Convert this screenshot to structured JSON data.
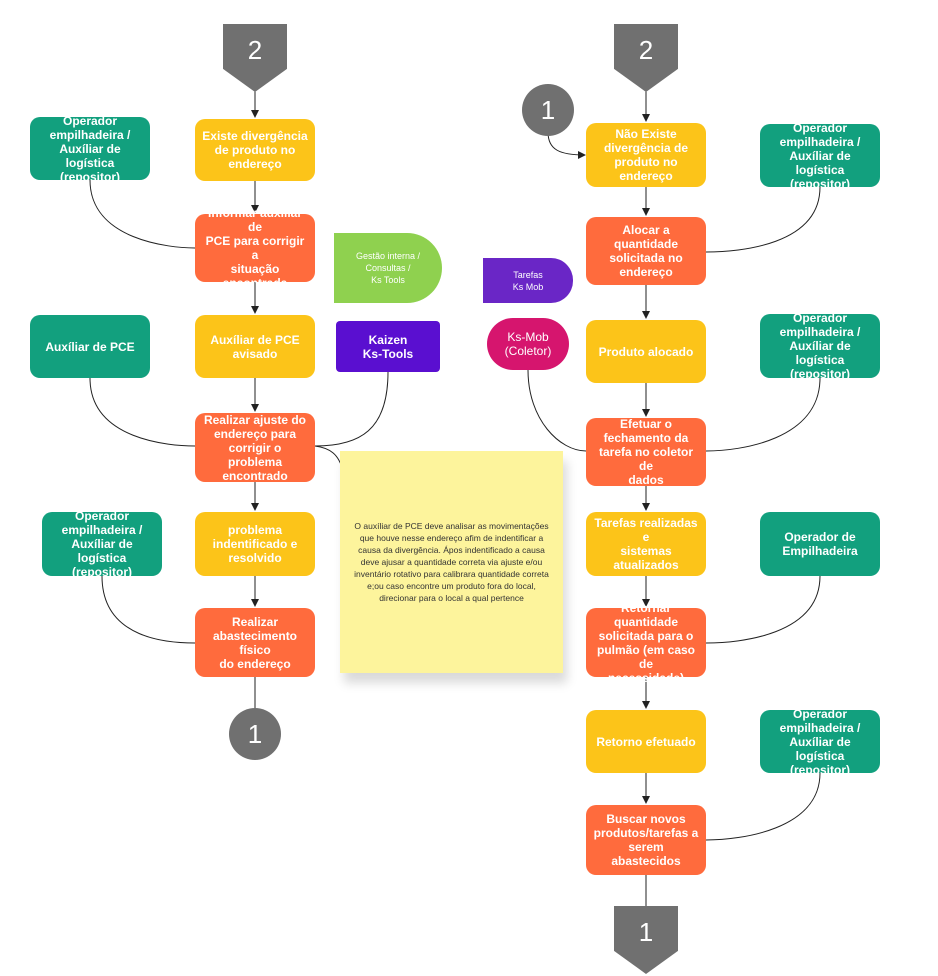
{
  "left": {
    "start_marker": "2",
    "end_marker": "1",
    "steps": [
      "Existe divergência\nde produto no\nendereço",
      "Informar auxiliar de\nPCE para corrigir a\nsituação encontrada",
      "Auxíliar de PCE\navisado",
      "Realizar ajuste do\nendereço para\ncorrigir o problema\nencontrado",
      "problema\nindentificado e\nresolvido",
      "Realizar\nabastecimento físico\ndo endereço"
    ],
    "roles": [
      "Operador\nempilhadeira /\nAuxíliar de logística\n(repositor)",
      "Auxíliar de PCE",
      "Operador\nempilhadeira /\nAuxíliar de logística\n(repositor)"
    ],
    "system_tag": "Gestão interna /\nConsultas /\nKs Tools",
    "system_box": "Kaizen\nKs-Tools"
  },
  "note": "O auxíliar de PCE deve analisar as movimentações que houve nesse endereço afim de indentificar a causa da divergência. Ápos indentificado a causa deve ajusar a quantidade correta via ajuste e/ou inventário rotativo para calibrara quantidade correta e;ou caso encontre um produto fora do local, direcionar para o local a qual pertence",
  "right": {
    "start_marker": "2",
    "entry_marker": "1",
    "end_marker": "1",
    "steps": [
      "Não Existe\ndivergência de\nproduto no\nendereço",
      "Alocar a quantidade\nsolicitada no\nendereço",
      "Produto alocado",
      "Efetuar o\nfechamento da\ntarefa no coletor de\ndados",
      "Tarefas realizadas e\nsistemas\natualizados",
      "Retornar quantidade\nsolicitada para o\npulmão (em caso de\nnecessidade)",
      "Retorno efetuado",
      "Buscar novos\nprodutos/tarefas a\nserem abastecidos"
    ],
    "roles": [
      "Operador\nempilhadeira /\nAuxíliar de logística\n(repositor)",
      "Operador\nempilhadeira /\nAuxíliar de logística\n(repositor)",
      "Operador de\nEmpilhadeira",
      "Operador\nempilhadeira /\nAuxíliar de logística\n(repositor)"
    ],
    "system_tag": "Tarefas\nKs Mob",
    "system_box": "Ks-Mob\n(Coletor)"
  },
  "colors": {
    "decision": "#fcc419",
    "action": "#ff6b3d",
    "role": "#12a07e",
    "marker": "#707070",
    "note": "#fdf49c"
  }
}
